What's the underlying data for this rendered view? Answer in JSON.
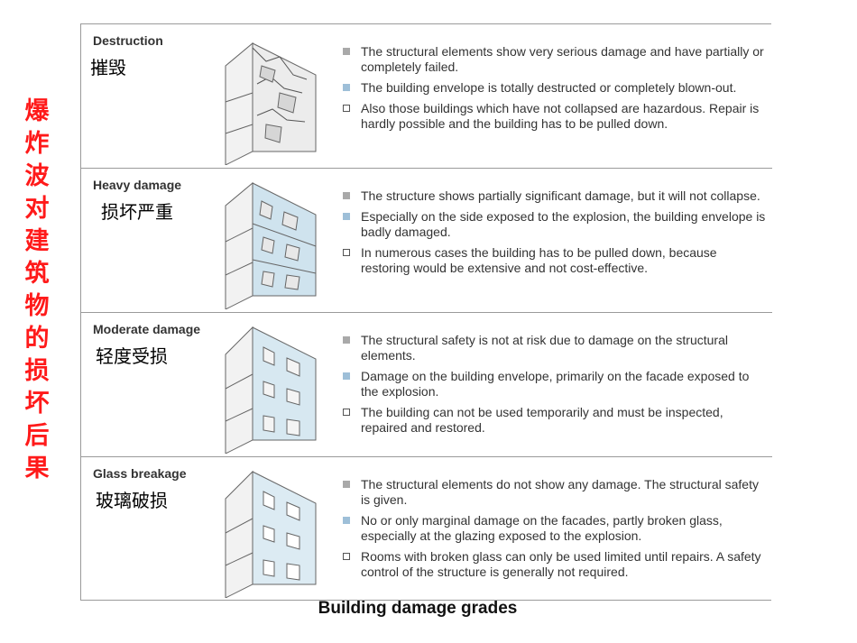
{
  "side_title": "爆炸波对建筑物的损坏后果",
  "caption": "Building damage grades",
  "grades": [
    {
      "en": "Destruction",
      "zh": "摧毁",
      "bullets": [
        {
          "marker": "gray",
          "text": "The structural elements show very serious damage and have partially or completely failed."
        },
        {
          "marker": "blue",
          "text": "The building envelope is totally destructed or completely blown-out."
        },
        {
          "marker": "empty",
          "text": "Also those buildings which have not collapsed are hazardous. Repair is hardly possible and the building has to be pulled down."
        }
      ]
    },
    {
      "en": "Heavy damage",
      "zh": "损坏严重",
      "bullets": [
        {
          "marker": "gray",
          "text": "The structure shows partially significant damage, but it will not collapse."
        },
        {
          "marker": "blue",
          "text": "Especially on the side exposed to the explosion, the building envelope is badly damaged."
        },
        {
          "marker": "empty",
          "text": "In numerous cases the building has to be pulled down, because restoring would be extensive and not cost-effective."
        }
      ]
    },
    {
      "en": "Moderate damage",
      "zh": "轻度受损",
      "bullets": [
        {
          "marker": "gray",
          "text": "The structural safety is not at risk due to damage on the structural elements."
        },
        {
          "marker": "blue",
          "text": "Damage on the building envelope, primarily on the facade exposed to the explosion."
        },
        {
          "marker": "empty",
          "text": "The building can not be used temporarily and must be inspected, repaired and restored."
        }
      ]
    },
    {
      "en": "Glass breakage",
      "zh": "玻璃破损",
      "bullets": [
        {
          "marker": "gray",
          "text": "The structural elements do not show any damage. The structural safety is given."
        },
        {
          "marker": "blue",
          "text": "No or only marginal damage on the facades, partly broken glass, especially at the glazing exposed to the explosion."
        },
        {
          "marker": "empty",
          "text": "Rooms with broken glass can only be used limited until repairs. A safety control of the structure is generally not required."
        }
      ]
    }
  ]
}
